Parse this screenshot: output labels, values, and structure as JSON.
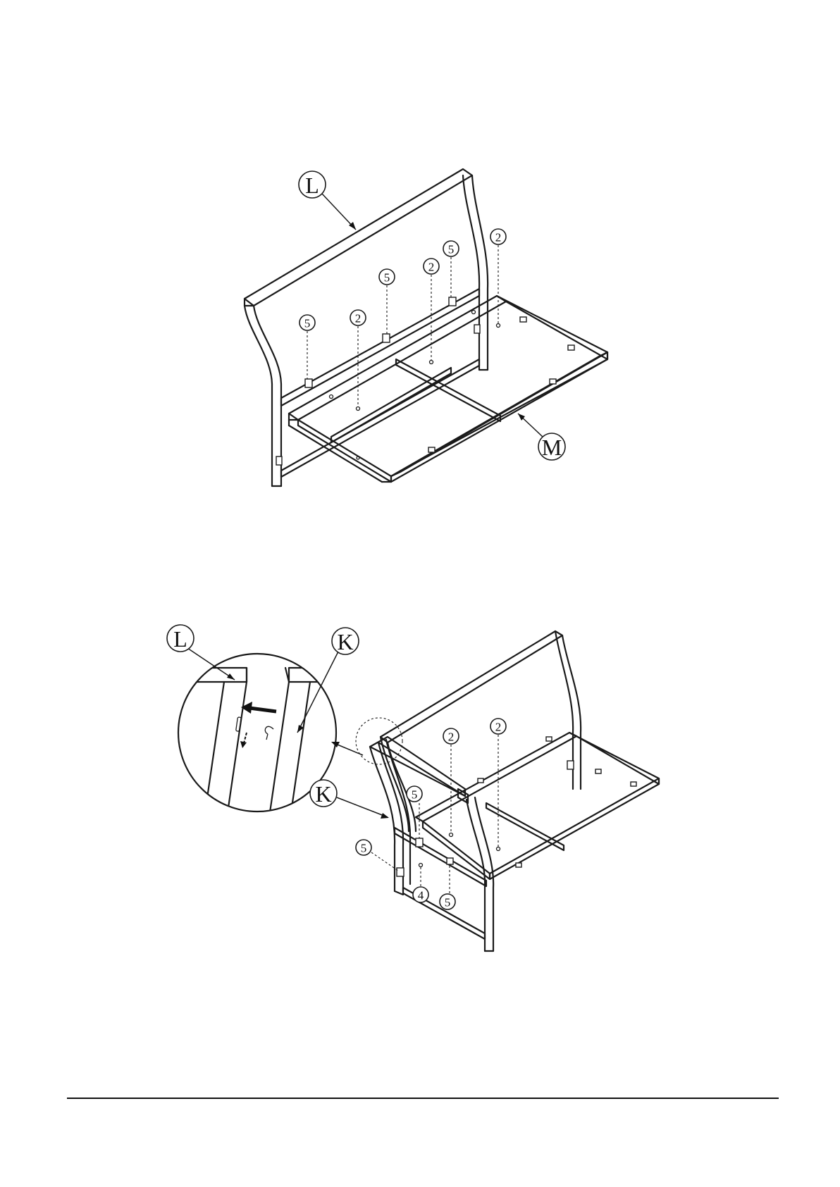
{
  "step1": {
    "part_labels": [
      "L",
      "M"
    ],
    "hardware_labels": [
      "5",
      "2",
      "5",
      "2",
      "5",
      "2"
    ]
  },
  "step2": {
    "detail_labels": [
      "L",
      "K"
    ],
    "part_label": "K",
    "hardware_labels": [
      "2",
      "2",
      "5",
      "5",
      "4",
      "5"
    ]
  }
}
